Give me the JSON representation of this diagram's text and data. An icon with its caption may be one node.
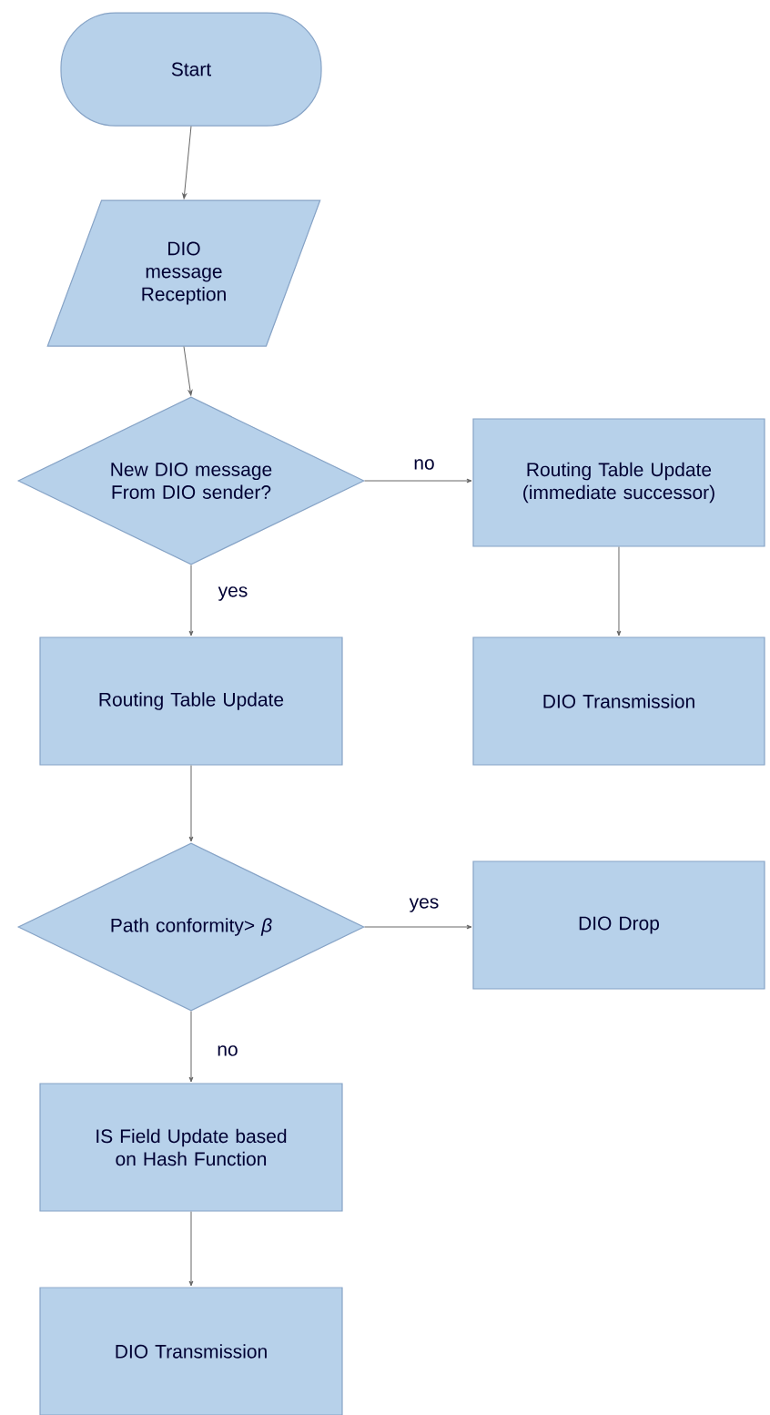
{
  "diagram": {
    "nodes": [
      {
        "text": [
          "Start"
        ]
      },
      {
        "text": [
          "DIO message Reception"
        ]
      },
      {
        "text": [
          "New DIO message From DIO sender?"
        ]
      },
      {
        "text": [
          "Routing Table Update (immediate successor)"
        ]
      },
      {
        "text": [
          "Routing Table Update"
        ]
      },
      {
        "text": [
          "DIO Transmission"
        ]
      },
      {
        "text": [
          "Path conformity> *β*"
        ]
      },
      {
        "text": [
          "DIO Drop"
        ]
      },
      {
        "text": [
          "IS Field Update based on Hash Function"
        ]
      },
      {
        "text": [
          "DIO Transmission"
        ]
      }
    ],
    "edges": [
      {
        "from": 0,
        "to": 1,
        "arrow": "to"
      },
      {
        "from": 1,
        "to": 2,
        "arrow": "to"
      },
      {
        "from": 2,
        "to": 3,
        "arrow": "to",
        "label": "no"
      },
      {
        "from": 2,
        "to": 4,
        "arrow": "to",
        "label": "yes"
      },
      {
        "from": 3,
        "to": 5,
        "arrow": "to"
      },
      {
        "from": 4,
        "to": 6,
        "arrow": "to"
      },
      {
        "from": 6,
        "to": 7,
        "arrow": "to",
        "label": "yes"
      },
      {
        "from": 6,
        "to": 8,
        "arrow": "to",
        "label": "no"
      },
      {
        "from": 8,
        "to": 9,
        "arrow": "to"
      }
    ]
  }
}
